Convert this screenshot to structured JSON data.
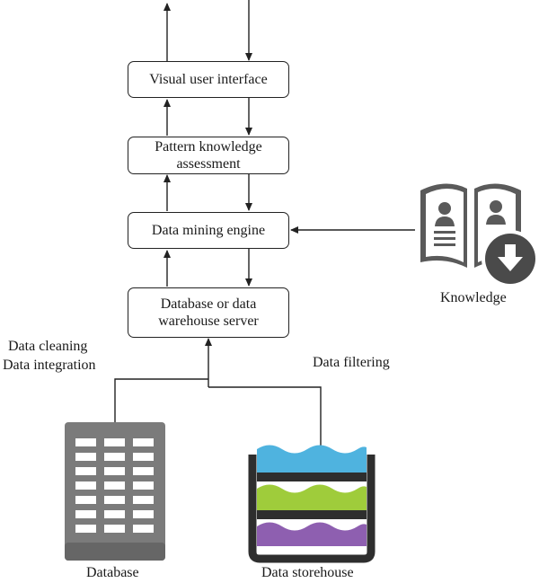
{
  "boxes": {
    "visual_ui": "Visual user interface",
    "pattern_line1": "Pattern knowledge",
    "pattern_line2": "assessment",
    "mining_engine": "Data mining engine",
    "db_server_line1": "Database or data",
    "db_server_line2": "warehouse server"
  },
  "labels": {
    "data_cleaning": "Data cleaning",
    "data_integration": "Data integration",
    "data_filtering": "Data filtering",
    "knowledge": "Knowledge",
    "database": "Database",
    "data_storehouse": "Data storehouse"
  },
  "icons": {
    "knowledge": "knowledge-book-download-icon",
    "database": "database-building-icon",
    "storehouse": "data-storehouse-water-tank-icon"
  },
  "colors": {
    "stroke": "#222222",
    "icon_gray": "#575757",
    "database_gray": "#7b7b7b",
    "water_blue": "#4fb3df",
    "layer_green": "#9fcc3b",
    "layer_purple": "#8e5fb0",
    "tank_dark": "#2e2e2e"
  }
}
